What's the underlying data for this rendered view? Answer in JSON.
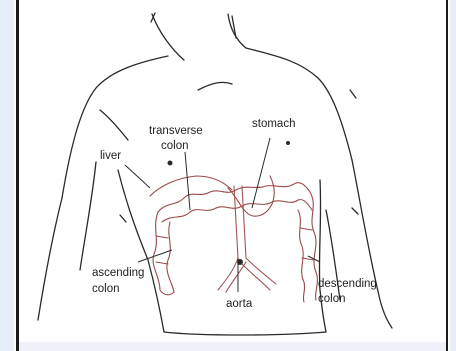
{
  "colors": {
    "outline": "#2a2a2a",
    "colon": "#9a4a4a",
    "vessel": "#a25555",
    "frame": "#e7eef8"
  },
  "labels": {
    "liver": "liver",
    "transverse_1": "transverse",
    "transverse_2": "colon",
    "stomach": "stomach",
    "ascending_1": "ascending",
    "ascending_2": "colon",
    "aorta": "aorta",
    "descending_1": "descending",
    "descending_2": "colon"
  }
}
